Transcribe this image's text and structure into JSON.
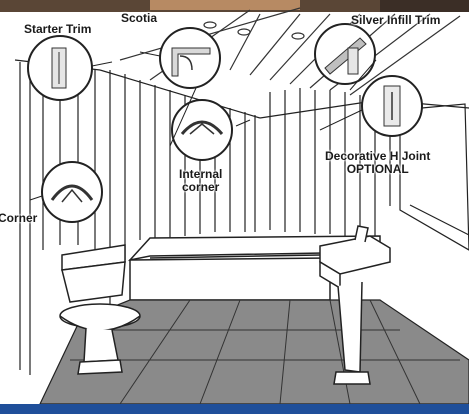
{
  "labels": {
    "starter_trim": "Starter Trim",
    "scotia": "Scotia",
    "silver_infill_trim": "Silver Infill Trim",
    "decorative_h_joint_line1": "Decorative H Joint",
    "decorative_h_joint_line2": "OPTIONAL",
    "internal_corner_line1": "Internal",
    "internal_corner_line2": "corner",
    "corner": "Corner"
  },
  "colors": {
    "bottom_bar": "#1f4f9a",
    "top_strip": "#5a4636",
    "line": "#222222",
    "floor": "#7d7d7d"
  }
}
